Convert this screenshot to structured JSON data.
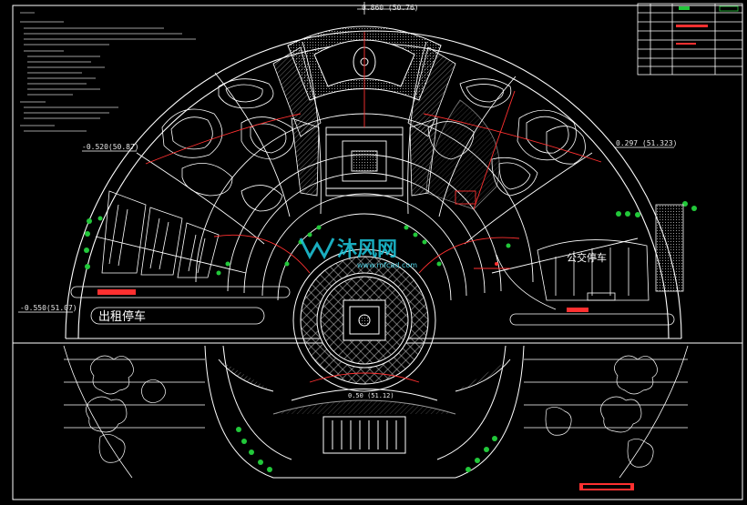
{
  "drawing": {
    "elevations": {
      "top": "0.860 (50.76)",
      "left_mid": "-0.520(50.87)",
      "right_mid": "0.297 (51.323)",
      "left_low": "-0.550(51.07)",
      "center_low": "0.50 (51.12)"
    },
    "labels": {
      "bus_parking": "公交停车",
      "taxi_parking": "出租停车"
    },
    "watermark": {
      "brand": "沐风网",
      "url": "www.mfcad.com"
    },
    "colors": {
      "background": "#000000",
      "linework": "#ffffff",
      "accent_red": "#ff3030",
      "tree_green": "#22c83a",
      "watermark": "#1ecbe0"
    }
  }
}
